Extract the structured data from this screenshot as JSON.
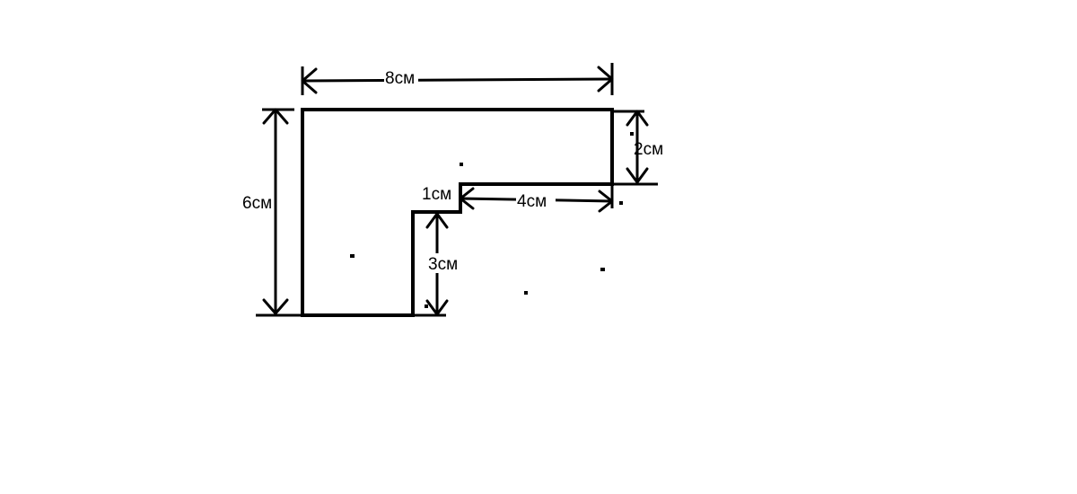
{
  "diagram": {
    "labels": {
      "top_width": "8см",
      "left_height": "6см",
      "right_step_height": "2см",
      "small_step": "1см",
      "inner_width": "4см",
      "inner_height": "3см"
    }
  }
}
